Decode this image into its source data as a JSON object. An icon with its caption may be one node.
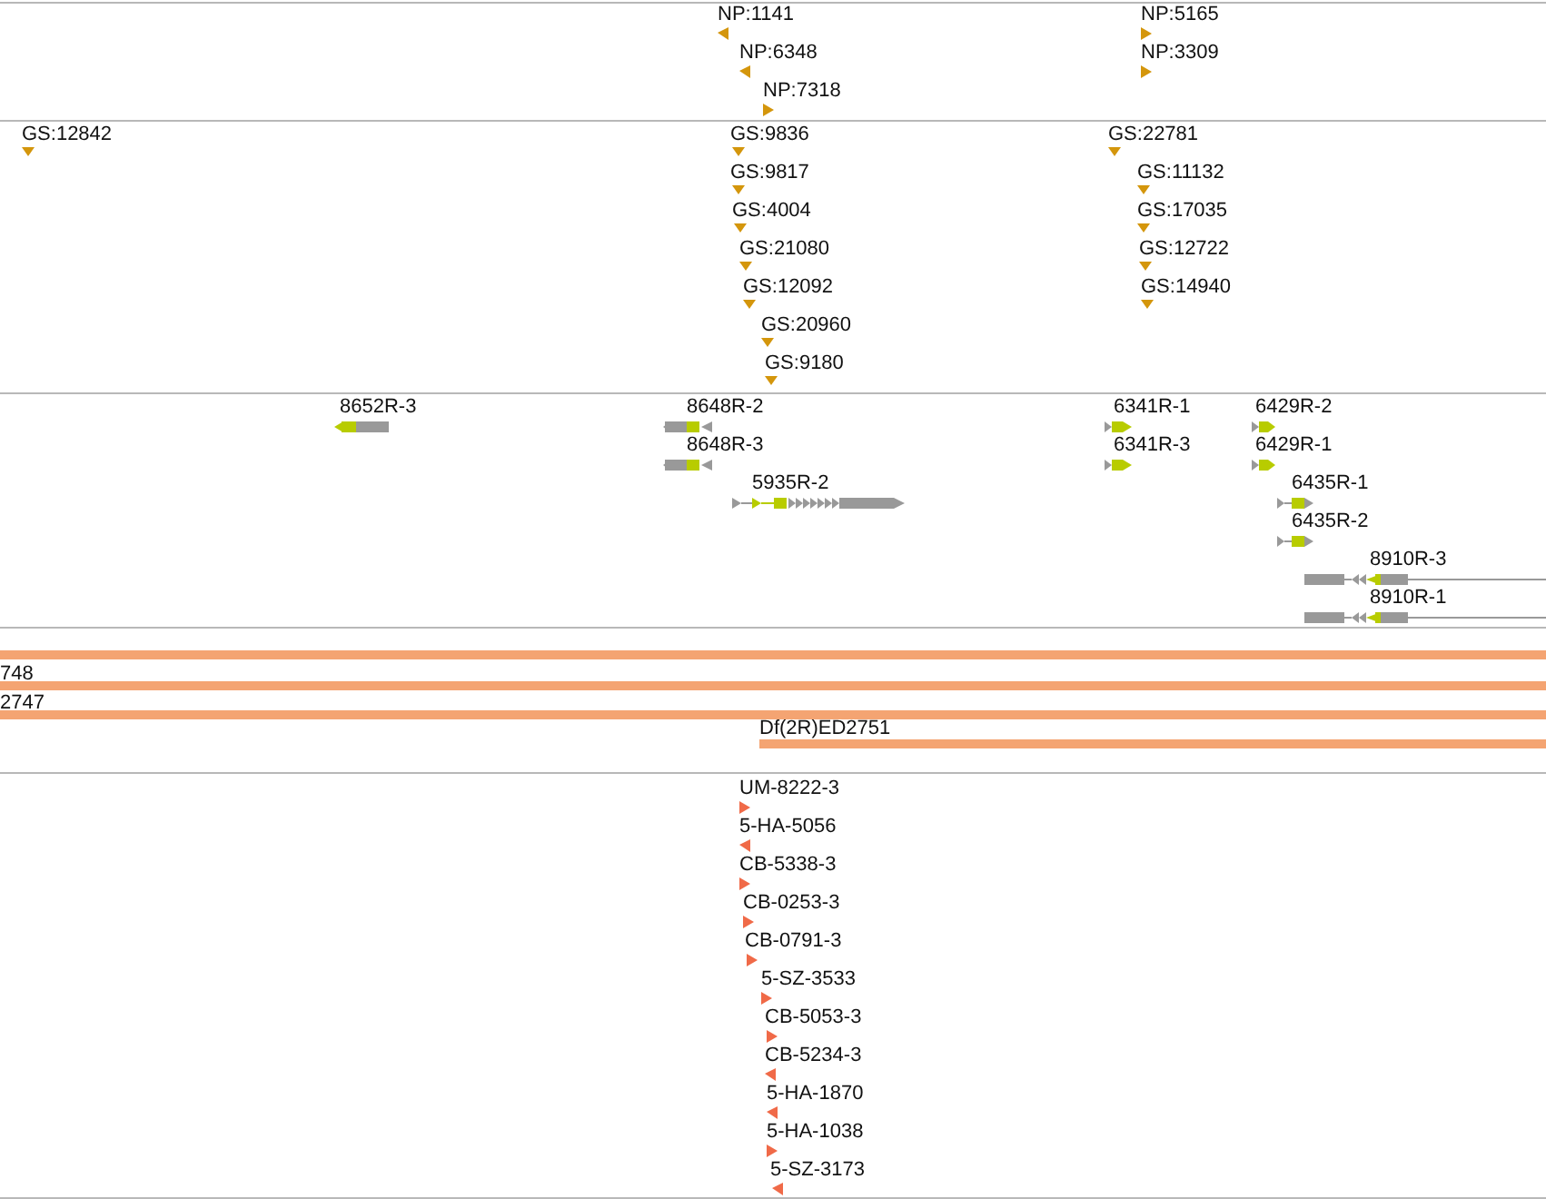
{
  "diagram": {
    "labels": [
      "NP:1141",
      "NP:5165",
      "NP:6348",
      "NP:3309",
      "NP:7318",
      "GS:12842",
      "GS:9836",
      "GS:22781",
      "GS:9817",
      "GS:11132",
      "GS:4004",
      "GS:17035",
      "GS:21080",
      "GS:12722",
      "GS:12092",
      "GS:14940",
      "GS:20960",
      "GS:9180",
      "8652R-3",
      "8648R-2",
      "6341R-1",
      "6429R-2",
      "8648R-3",
      "6341R-3",
      "6429R-1",
      "5935R-2",
      "6435R-1",
      "6435R-2",
      "8910R-3",
      "8910R-1",
      "748",
      "2747",
      "Df(2R)ED2751",
      "UM-8222-3",
      "5-HA-5056",
      "CB-5338-3",
      "CB-0253-3",
      "CB-0791-3",
      "5-SZ-3533",
      "CB-5053-3",
      "CB-5234-3",
      "5-HA-1870",
      "5-HA-1038",
      "5-SZ-3173"
    ]
  }
}
